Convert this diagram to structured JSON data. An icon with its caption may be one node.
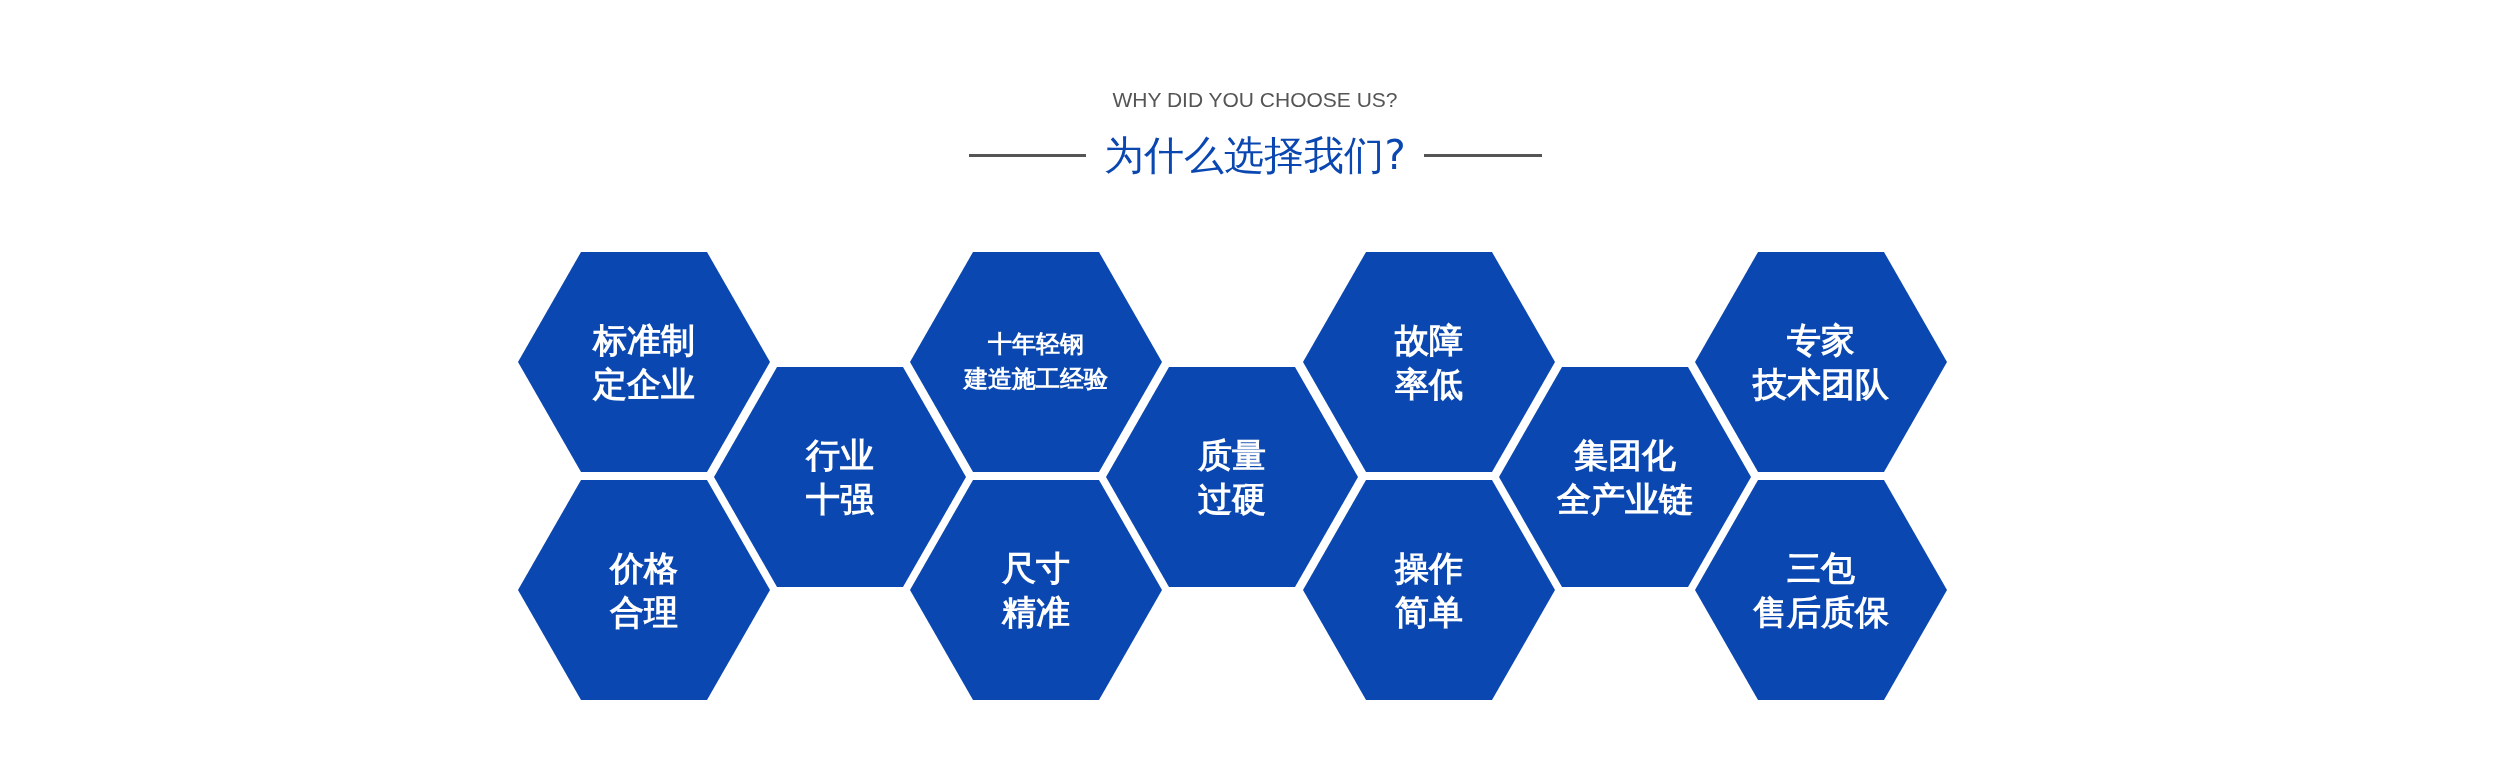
{
  "diagram": {
    "title": "为什么选择我们?",
    "nodes": [
      {
        "text": [
          "标准制定企业"
        ]
      },
      {
        "text": [
          "价格合理"
        ]
      },
      {
        "text": [
          "行业十强"
        ]
      },
      {
        "text": [
          "十年轻钢建造施工经验"
        ]
      },
      {
        "text": [
          "尺寸精准"
        ]
      },
      {
        "text": [
          "质量过硬"
        ]
      },
      {
        "text": [
          "故障率低"
        ]
      },
      {
        "text": [
          "操作简单"
        ]
      },
      {
        "text": [
          "集团化全产业链"
        ]
      },
      {
        "text": [
          "专家技术团队"
        ]
      },
      {
        "text": [
          "三包售后质保"
        ]
      }
    ],
    "labels": [
      "WHY DID YOU CHOOSE US?"
    ]
  }
}
